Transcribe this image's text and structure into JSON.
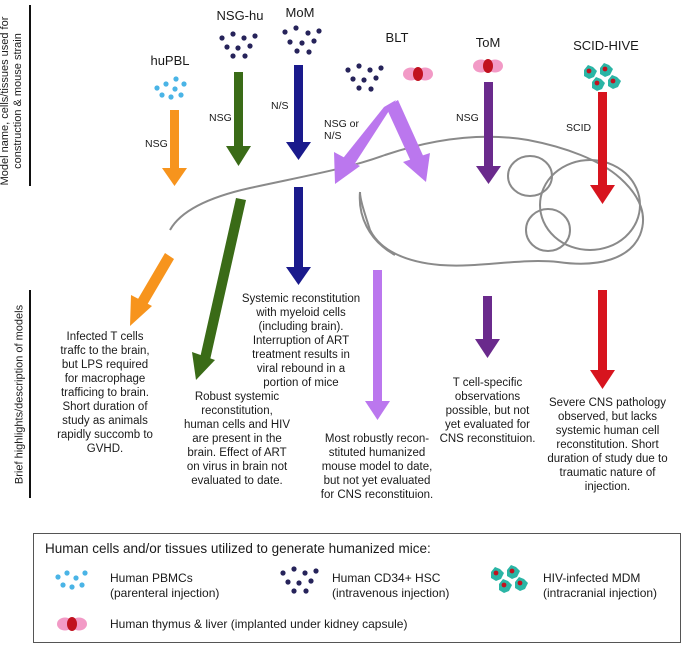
{
  "side_labels": {
    "top": "Model name, cells/tissues used for construction & mouse strain",
    "bottom": "Brief highlights/description of models"
  },
  "models": [
    {
      "name": "huPBL",
      "strain": "NSG",
      "description": "Infected T cells traffc to the brain, but LPS required for macrophage trafficing to brain. Short duration of study as animals rapidly succomb to GVHD.",
      "color": "#f7941d"
    },
    {
      "name": "NSG-hu",
      "strain": "NSG",
      "description": "Robust systemic reconstitution, human cells and HIV are present in the brain. Effect of ART on virus in brain not evaluated to date.",
      "color": "#3a6b17"
    },
    {
      "name": "MoM",
      "strain": "N/S",
      "description": "Systemic reconstitution with myeloid cells (including brain). Interruption of ART treatment results in viral rebound in a portion of mice",
      "color": "#1a1a8c"
    },
    {
      "name": "BLT",
      "strain": "NSG or N/S",
      "description": "Most robustly reconstituted humanized mouse model to date, but not yet evaluated for CNS reconstituion.",
      "color": "#bb77ee"
    },
    {
      "name": "ToM",
      "strain": "NSG",
      "description": "T cell-specific observations possible, but not yet evaluated for CNS reconstituion.",
      "color": "#6a2a8c"
    },
    {
      "name": "SCID-HIVE",
      "strain": "SCID",
      "description": "Severe CNS pathology observed, but lacks systemic human cell reconstitution. Short duration of study due to traumatic nature of injection.",
      "color": "#d7141e"
    }
  ],
  "description_lines": {
    "huPBL": [
      "Infected T cells",
      "traffc to the brain,",
      "but LPS required",
      "for macrophage",
      "trafficing to brain.",
      "Short duration of",
      "study as animals",
      "rapidly succomb to",
      "GVHD."
    ],
    "NSG-hu": [
      "Robust systemic",
      "reconstitution,",
      "human cells and HIV",
      "are present in the",
      "brain. Effect of ART",
      "on virus in brain not",
      "evaluated to date."
    ],
    "MoM": [
      "Systemic reconstitution",
      "with myeloid cells",
      "(including brain).",
      "Interruption of ART",
      "treatment results in",
      "viral rebound in a",
      "portion of mice"
    ],
    "BLT": [
      "Most robustly recon-",
      "stituted humanized",
      "mouse model to date,",
      "but not yet evaluated",
      "for CNS reconstituion."
    ],
    "ToM": [
      "T cell-specific",
      "observations",
      "possible, but not",
      "yet evaluated for",
      "CNS reconstituion."
    ],
    "SCID-HIVE": [
      "Severe CNS pathology",
      "observed, but lacks",
      "systemic human cell",
      "reconstitution. Short",
      "duration of study due to",
      "traumatic nature of",
      "injection."
    ]
  },
  "legend": {
    "title": "Human cells and/or tissues utilized to generate humanized mice:",
    "items": [
      {
        "icon": "pbmc-icon",
        "line1": "Human PBMCs",
        "line2": "(parenteral injection)",
        "color": "#4ab4e6"
      },
      {
        "icon": "hsc-icon",
        "line1": "Human CD34+ HSC",
        "line2": "(intravenous injection)",
        "color": "#26235a"
      },
      {
        "icon": "mdm-icon",
        "line1": "HIV-infected MDM",
        "line2": "(intracranial injection)",
        "color": "#2ab5a5"
      },
      {
        "icon": "thymus-liver-icon",
        "line1": "Human thymus & liver (implanted under kidney capsule)",
        "line2": "",
        "color": "#f29ac6"
      }
    ]
  },
  "colors": {
    "outline": "#8a8a8a",
    "text": "#1a1a1a",
    "accent_red": "#c1121f"
  }
}
